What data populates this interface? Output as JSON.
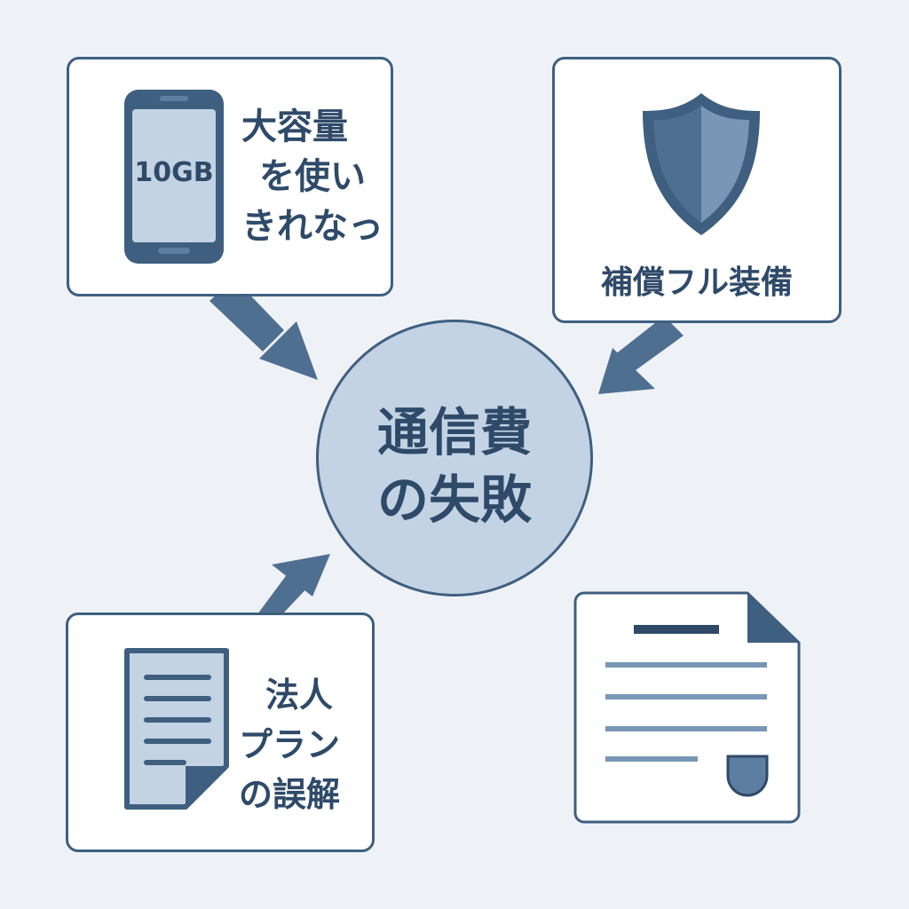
{
  "colors": {
    "background": "#eef2f6",
    "primary": "#3f5f80",
    "dark": "#2f4a69",
    "fill_light": "#c3d3e4",
    "shield_light": "#7996b6"
  },
  "hub": {
    "lines": [
      "通信費",
      "の失敗"
    ]
  },
  "cards": {
    "phone": {
      "screen_text": "10GB",
      "icon": "smartphone-icon",
      "lines": [
        "大容量",
        "を使い",
        "きれなっ"
      ]
    },
    "shield": {
      "icon": "shield-icon",
      "label": "補償フル装備"
    },
    "plan": {
      "icon": "document-icon",
      "lines": [
        "法人",
        "プラン",
        "の誤解"
      ]
    },
    "contract": {
      "icon": "contract-document-icon"
    }
  }
}
